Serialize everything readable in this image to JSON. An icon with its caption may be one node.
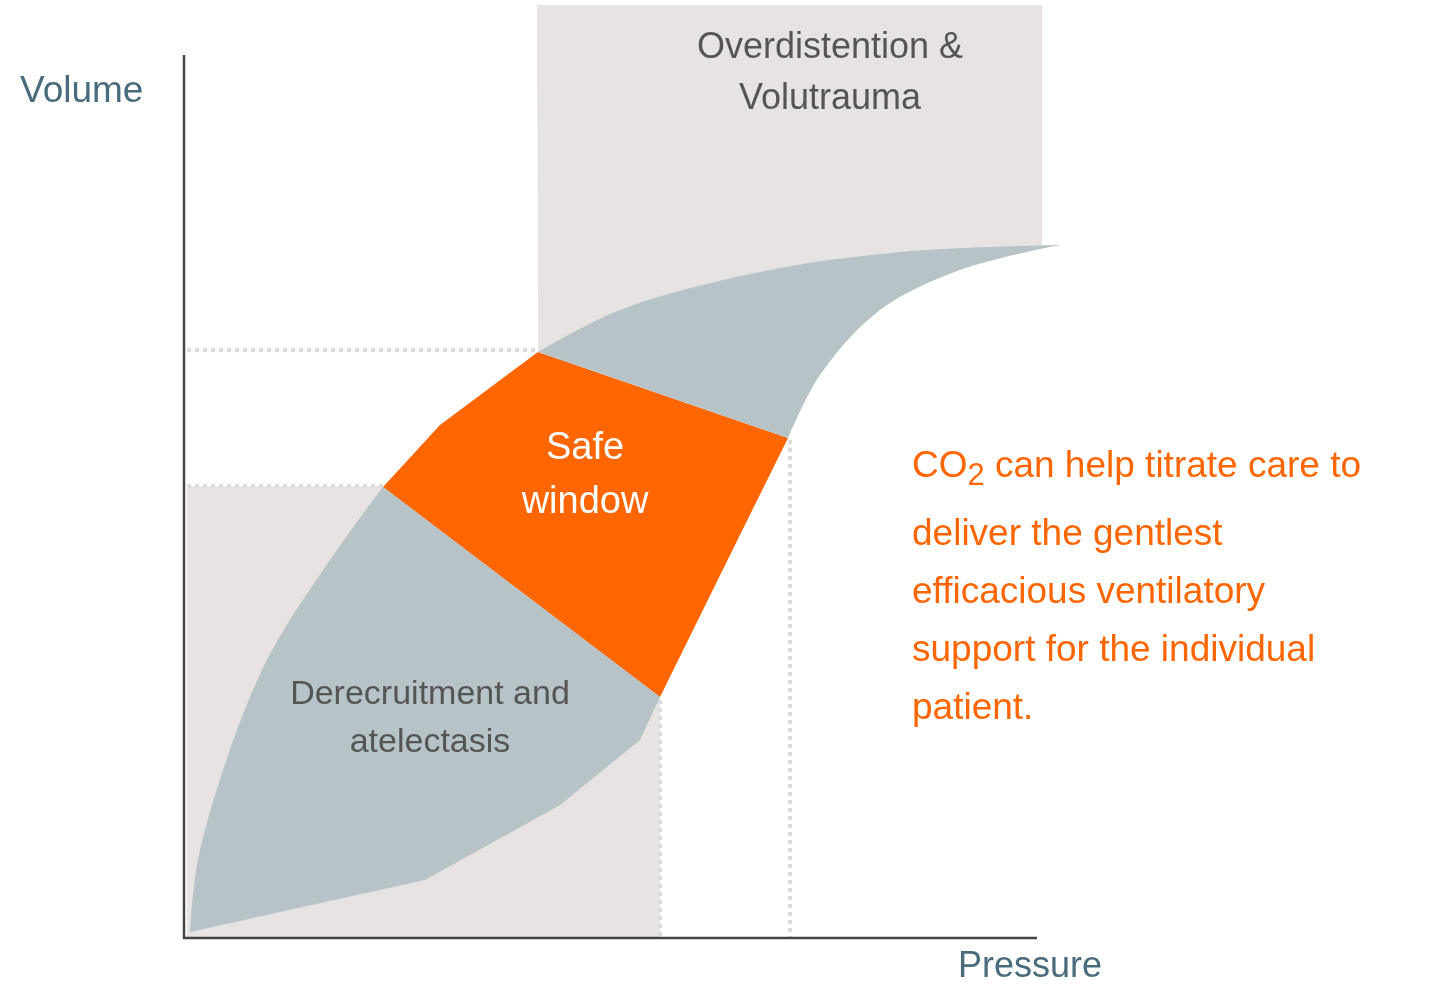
{
  "diagram": {
    "nodes": [
      {
        "text": [
          "Overdistention & Volutrauma"
        ]
      },
      {
        "text": [
          "Safe window"
        ]
      },
      {
        "text": [
          "Derecruitment and atelectasis"
        ]
      },
      {
        "text": [],
        "shape": "band"
      }
    ],
    "labels": [
      "Volume",
      "CO$_{2}$ can help titrate care to deliver the gentlest efficacious ventilatory support for the individual patient.",
      "Pressure"
    ]
  }
}
